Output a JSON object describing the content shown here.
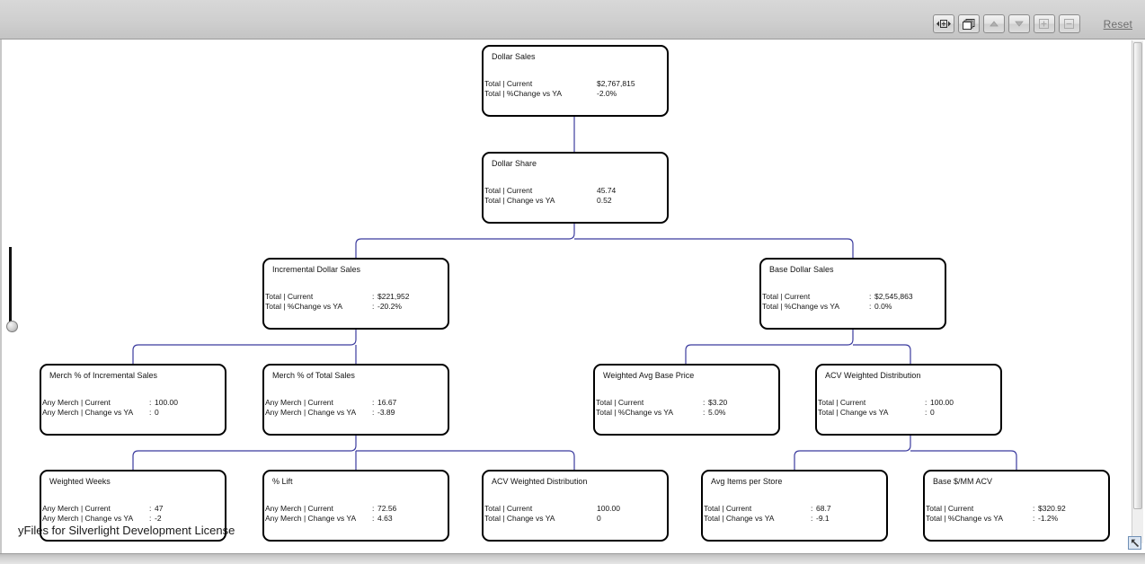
{
  "window": {
    "watermark": "yFiles for Silverlight Development License"
  },
  "toolbar": {
    "reset_label": "Reset",
    "buttons": [
      {
        "name": "fit-content-icon",
        "title": "Fit Content"
      },
      {
        "name": "copy-windows-icon",
        "title": "Overview"
      },
      {
        "name": "arrow-up-icon",
        "title": "Up"
      },
      {
        "name": "arrow-down-icon",
        "title": "Down"
      },
      {
        "name": "zoom-in-icon",
        "title": "Zoom In"
      },
      {
        "name": "zoom-out-icon",
        "title": "Zoom Out"
      }
    ]
  },
  "controls": {
    "zoom_slider_name": "zoom-slider",
    "corner_button_name": "collapse-arrow-icon",
    "edge_color": "#3b3b9e"
  },
  "nodes": [
    {
      "id": "dollar-sales",
      "title": "Dollar Sales",
      "rows": [
        {
          "label": "Total | Current",
          "sep": "",
          "value": "$2,767,815"
        },
        {
          "label": "Total | %Change vs YA",
          "sep": "",
          "value": "-2.0%"
        }
      ]
    },
    {
      "id": "dollar-share",
      "title": "Dollar Share",
      "rows": [
        {
          "label": "Total | Current",
          "sep": "",
          "value": "45.74"
        },
        {
          "label": "Total | Change vs YA",
          "sep": "",
          "value": "0.52"
        }
      ]
    },
    {
      "id": "incremental-dollar-sales",
      "title": "Incremental Dollar Sales",
      "rows": [
        {
          "label": "Total | Current",
          "sep": ":",
          "value": "$221,952"
        },
        {
          "label": "Total | %Change vs YA",
          "sep": ":",
          "value": "-20.2%"
        }
      ]
    },
    {
      "id": "base-dollar-sales",
      "title": "Base Dollar Sales",
      "rows": [
        {
          "label": "Total | Current",
          "sep": ":",
          "value": "$2,545,863"
        },
        {
          "label": "Total | %Change vs YA",
          "sep": ":",
          "value": "0.0%"
        }
      ]
    },
    {
      "id": "merch-pct-incremental-sales",
      "title": "Merch % of Incremental Sales",
      "rows": [
        {
          "label": "Any Merch | Current",
          "sep": ":",
          "value": "100.00"
        },
        {
          "label": "Any Merch | Change vs YA",
          "sep": ":",
          "value": "0"
        }
      ]
    },
    {
      "id": "merch-pct-total-sales",
      "title": "Merch % of Total Sales",
      "rows": [
        {
          "label": "Any Merch | Current",
          "sep": ":",
          "value": "16.67"
        },
        {
          "label": "Any Merch | Change vs YA",
          "sep": ":",
          "value": "-3.89"
        }
      ]
    },
    {
      "id": "weighted-avg-base-price",
      "title": "Weighted Avg Base Price",
      "rows": [
        {
          "label": "Total | Current",
          "sep": ":",
          "value": "$3.20"
        },
        {
          "label": "Total | %Change vs YA",
          "sep": ":",
          "value": "5.0%"
        }
      ]
    },
    {
      "id": "acv-weighted-distribution-mid",
      "title": "ACV Weighted Distribution",
      "rows": [
        {
          "label": "Total | Current",
          "sep": ":",
          "value": "100.00"
        },
        {
          "label": "Total | Change vs YA",
          "sep": ":",
          "value": "0"
        }
      ]
    },
    {
      "id": "weighted-weeks",
      "title": "Weighted Weeks",
      "rows": [
        {
          "label": "Any Merch | Current",
          "sep": ":",
          "value": "47"
        },
        {
          "label": "Any Merch | Change vs YA",
          "sep": ":",
          "value": "-2"
        }
      ]
    },
    {
      "id": "pct-lift",
      "title": "% Lift",
      "rows": [
        {
          "label": "Any Merch | Current",
          "sep": ":",
          "value": "72.56"
        },
        {
          "label": "Any Merch | Change vs YA",
          "sep": ":",
          "value": "4.63"
        }
      ]
    },
    {
      "id": "acv-weighted-distribution-bottom",
      "title": "ACV Weighted Distribution",
      "rows": [
        {
          "label": "Total | Current",
          "sep": "",
          "value": "100.00"
        },
        {
          "label": "Total | Change vs YA",
          "sep": "",
          "value": "0"
        }
      ]
    },
    {
      "id": "avg-items-per-store",
      "title": "Avg Items per Store",
      "rows": [
        {
          "label": "Total | Current",
          "sep": ":",
          "value": "68.7"
        },
        {
          "label": "Total | Change vs YA",
          "sep": ":",
          "value": "-9.1"
        }
      ]
    },
    {
      "id": "base-mm-acv",
      "title": "Base $/MM ACV",
      "rows": [
        {
          "label": "Total | Current",
          "sep": ":",
          "value": "$320.92"
        },
        {
          "label": "Total | %Change vs YA",
          "sep": ":",
          "value": "-1.2%"
        }
      ]
    }
  ]
}
